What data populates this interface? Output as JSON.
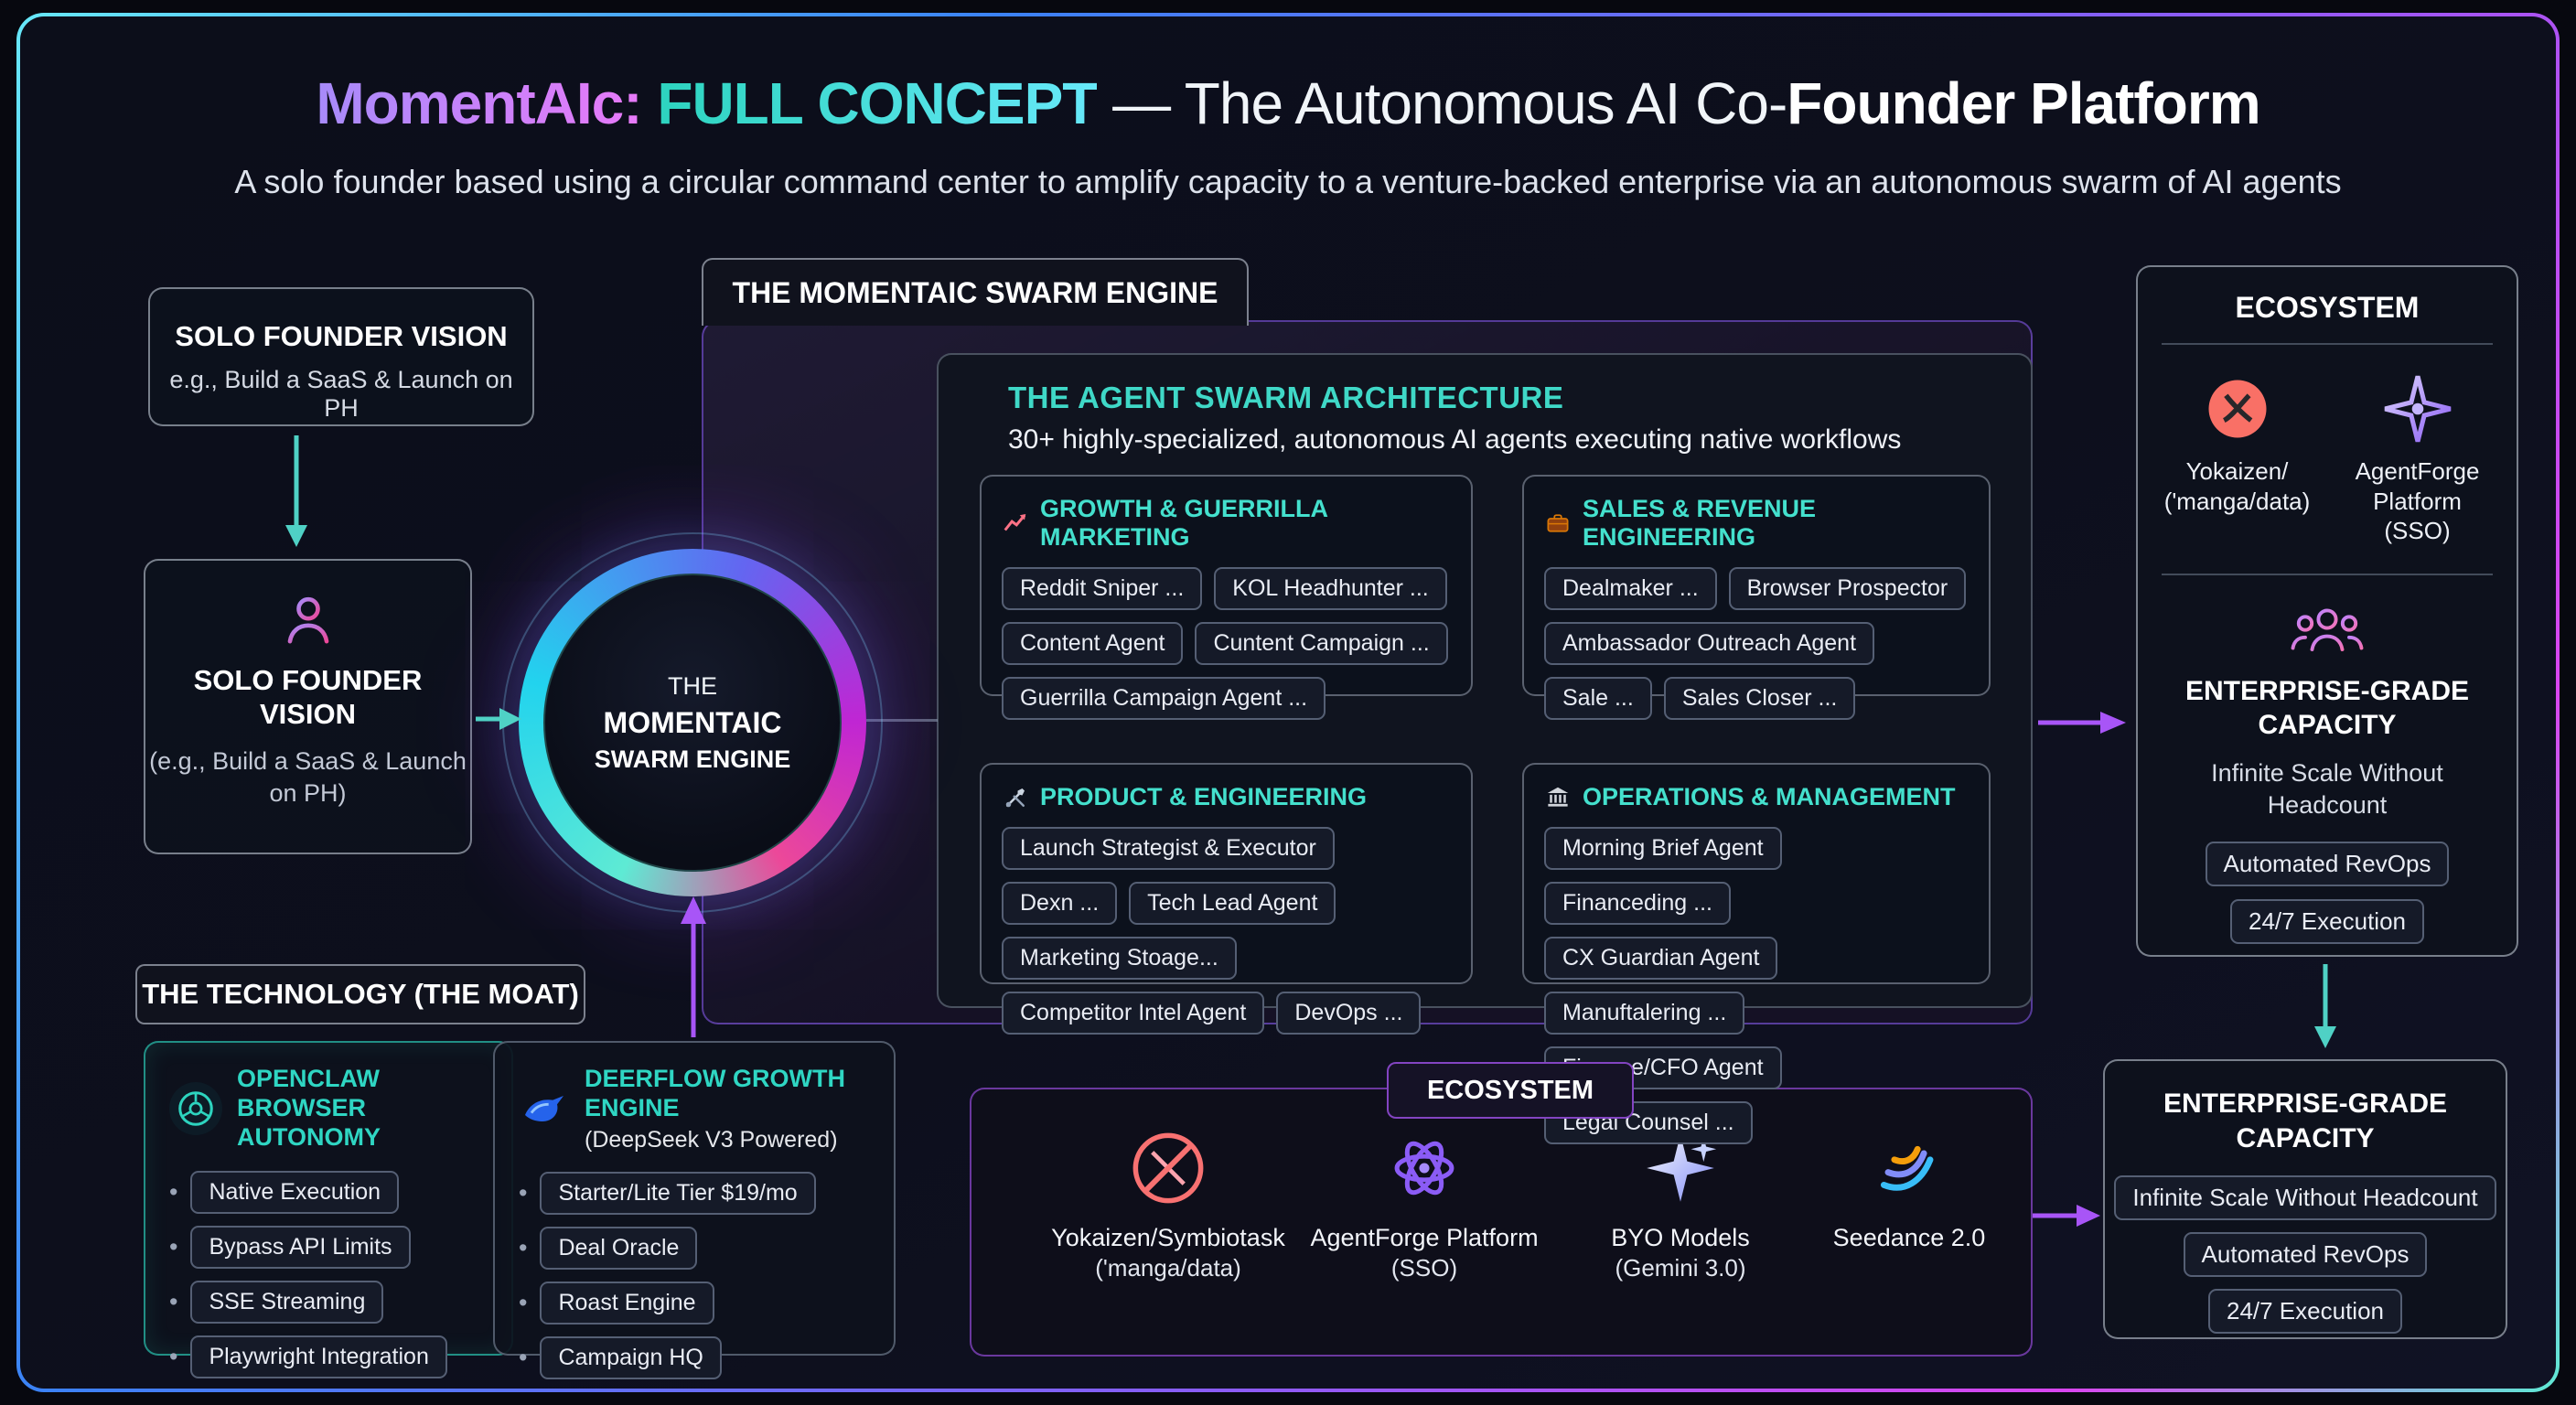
{
  "colors": {
    "accent_teal": "#5eead4",
    "accent_purple": "#a855f7",
    "accent_pink": "#e879f9",
    "accent_blue": "#3b82f6"
  },
  "header": {
    "title_brand": "MomentAIc:",
    "title_concept": "FULL CONCEPT",
    "title_mid": "— The Autonomous AI Co-",
    "title_bold": "Founder Platform",
    "subtitle": "A solo founder based using a circular command center to amplify capacity to a venture-backed enterprise via an autonomous swarm of AI agents"
  },
  "left": {
    "vision_top": {
      "title": "SOLO FOUNDER VISION",
      "subtitle": "e.g., Build a SaaS & Launch on PH"
    },
    "vision_main": {
      "title": "SOLO FOUNDER VISION",
      "subtitle": "(e.g., Build a SaaS & Launch on PH)",
      "icon": "person-icon"
    },
    "engine": {
      "line1": "THE",
      "line2": "MOMENTAIC",
      "line3": "SWARM ENGINE"
    }
  },
  "technology": {
    "section_title": "THE TECHNOLOGY (THE MOAT)",
    "openclaw": {
      "icon": "compass-icon",
      "title": "OPENCLAW BROWSER AUTONOMY",
      "items": [
        "Native Execution",
        "Bypass API Limits",
        "SSE Streaming",
        "Playwright Integration"
      ]
    },
    "deerflow": {
      "icon": "deerflow-icon",
      "title": "DEERFLOW GROWTH ENGINE",
      "subtitle": "(DeepSeek V3 Powered)",
      "items": [
        "Starter/Lite Tier $19/mo",
        "Deal Oracle",
        "Roast Engine",
        "Campaign HQ"
      ]
    }
  },
  "swarm": {
    "tab": "THE MOMENTAIC SWARM ENGINE",
    "title": "THE AGENT SWARM ARCHITECTURE",
    "subtitle": "30+ highly-specialized, autonomous AI agents executing native workflows",
    "quadrants": [
      {
        "icon": "chart-icon",
        "title": "GROWTH & GUERRILLA MARKETING",
        "chips": [
          "Reddit Sniper  ...",
          "KOL Headhunter  ...",
          "Content Agent",
          "Cuntent Campaign  ...",
          "Guerrilla Campaign Agent   ..."
        ]
      },
      {
        "icon": "briefcase-icon",
        "title": "SALES & REVENUE ENGINEERING",
        "chips": [
          "Dealmaker   ...",
          "Browser Prospector",
          "Ambassador Outreach Agent",
          "Sale ...",
          "Sales Closer   ..."
        ]
      },
      {
        "icon": "tools-icon",
        "title": "PRODUCT & ENGINEERING",
        "chips": [
          "Launch Strategist & Executor",
          "Dexn ...",
          "Tech Lead Agent",
          "Marketing Stoage...",
          "Competitor Intel Agent",
          "DevOps  ..."
        ]
      },
      {
        "icon": "bank-icon",
        "title": "OPERATIONS & MANAGEMENT",
        "chips": [
          "Morning Brief Agent",
          "Financeding ...",
          "CX Guardian Agent",
          "Manuftalering ...",
          "Finance/CFO Agent",
          "Legal Counsel ..."
        ]
      }
    ]
  },
  "ecosystem_bottom": {
    "tab": "ECOSYSTEM",
    "items": [
      {
        "icon": "yokaizen-icon",
        "name": "Yokaizen/Symbiotask",
        "detail": "('manga/data)"
      },
      {
        "icon": "agentforge-knot-icon",
        "name": "AgentForge Platform",
        "detail": "(SSO)"
      },
      {
        "icon": "sparkle-star-icon",
        "name": "BYO Models",
        "detail": "(Gemini 3.0)"
      },
      {
        "icon": "seedance-icon",
        "name": "Seedance 2.0",
        "detail": ""
      }
    ]
  },
  "ecosystem_right": {
    "title": "ECOSYSTEM",
    "partners": [
      {
        "icon": "yokaizen-badge-icon",
        "name": "Yokaizen/",
        "detail": "('manga/data)"
      },
      {
        "icon": "sparkle-outline-icon",
        "name": "AgentForge Platform",
        "detail": "(SSO)"
      }
    ],
    "capacity_icon": "people-group-icon",
    "capacity_title": "ENTERPRISE-GRADE CAPACITY",
    "capacity_sub": "Infinite Scale Without Headcount",
    "chips": [
      "Automated RevOps",
      "24/7 Execution"
    ]
  },
  "capacity_box": {
    "title": "ENTERPRISE-GRADE CAPACITY",
    "chips": [
      "Infinite Scale Without Headcount",
      "Automated RevOps",
      "24/7 Execution"
    ]
  }
}
